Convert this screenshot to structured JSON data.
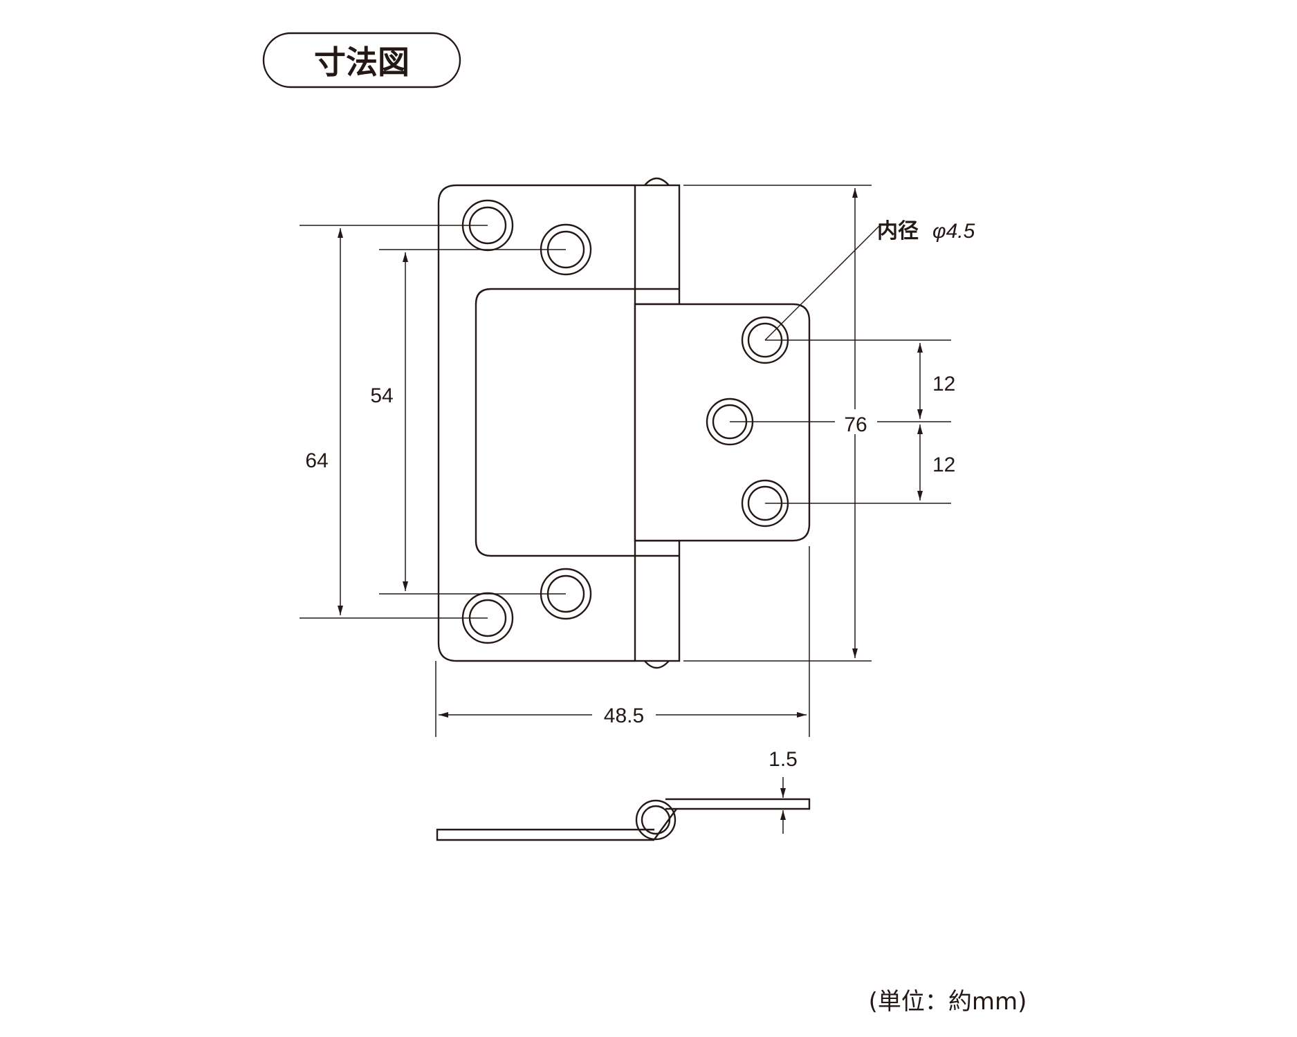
{
  "title": "寸法図",
  "unit_note": "(単位：約mm)",
  "dimensions": {
    "outer_hole_pitch": "64",
    "inner_hole_pitch": "54",
    "overall_height": "76",
    "right_hole_pitch_top": "12",
    "right_hole_pitch_bottom": "12",
    "overall_width": "48.5",
    "thickness": "1.5"
  },
  "hole_note": {
    "label": "内径",
    "value": "φ4.5"
  },
  "colors": {
    "line": "#231815",
    "background": "#ffffff"
  }
}
